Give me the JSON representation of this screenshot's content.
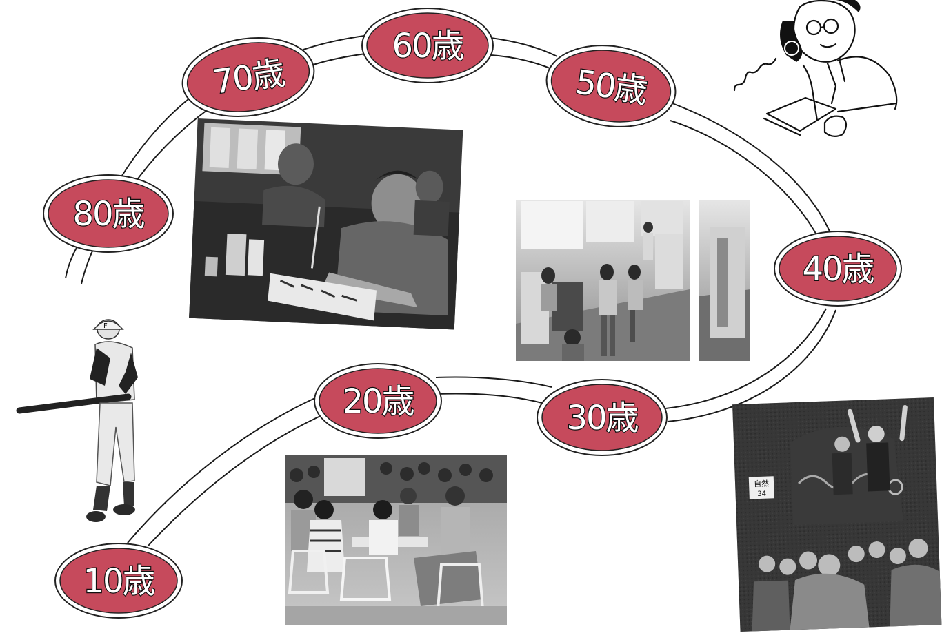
{
  "colors": {
    "badge_fill": "#c64a5c",
    "outline": "#222222",
    "photo_dark": "#2b2b2b",
    "photo_mid": "#7a7a7a",
    "photo_light": "#cfcfcf"
  },
  "ages": [
    {
      "id": "10",
      "label": "10歳"
    },
    {
      "id": "20",
      "label": "20歳"
    },
    {
      "id": "30",
      "label": "30歳"
    },
    {
      "id": "40",
      "label": "40歳"
    },
    {
      "id": "50",
      "label": "50歳"
    },
    {
      "id": "60",
      "label": "60歳"
    },
    {
      "id": "70",
      "label": "70歳"
    },
    {
      "id": "80",
      "label": "80歳"
    }
  ],
  "photo_sign": {
    "line1": "自然",
    "line2": "34"
  },
  "icons": {
    "baseball_player": "baseball-player-icon",
    "businessman_phone": "businessman-on-phone-icon"
  }
}
